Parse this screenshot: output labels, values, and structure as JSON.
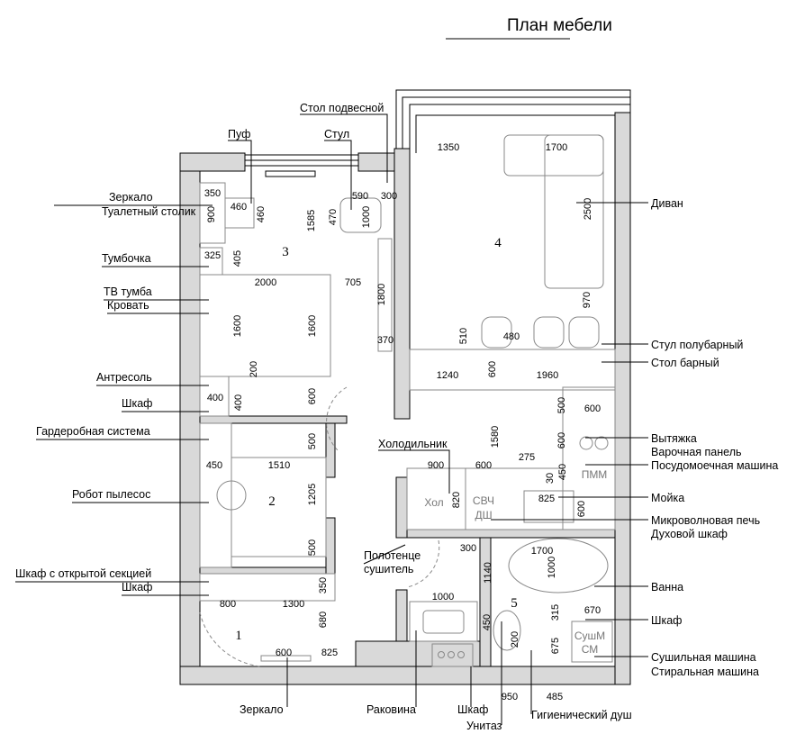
{
  "title": "План мебели",
  "rooms": [
    "1",
    "2",
    "3",
    "4",
    "5"
  ],
  "labels_left": [
    "Зеркало",
    "Туалетный столик",
    "Тумбочка",
    "ТВ тумба",
    "Кровать",
    "Антресоль",
    "Шкаф",
    "Гардеробная система",
    "Робот пылесос",
    "Шкаф с открытой секцией",
    "Шкаф"
  ],
  "labels_top": [
    "Стол подвесной",
    "Пуф",
    "Стул",
    "Холодильник",
    "Полотенце",
    "сушитель"
  ],
  "labels_right": [
    "Диван",
    "Стул полубарный",
    "Стол барный",
    "Вытяжка",
    "Варочная панель",
    "Посудомоечная машина",
    "Мойка",
    "Микроволновая печь",
    "Духовой шкаф",
    "Ванна",
    "Шкаф",
    "Сушильная машина",
    "Стиральная машина"
  ],
  "labels_bottom": [
    "Зеркало",
    "Раковина",
    "Шкаф",
    "Унитаз",
    "Гигиенический душ"
  ],
  "appliances": [
    "Хол",
    "СВЧ",
    "ДШ",
    "ПММ",
    "СушМ",
    "СМ"
  ],
  "dimensions": [
    "350",
    "900",
    "460",
    "460",
    "590",
    "300",
    "470",
    "1000",
    "1585",
    "325",
    "405",
    "2000",
    "705",
    "1800",
    "1600",
    "1600",
    "370",
    "200",
    "400",
    "400",
    "600",
    "1350",
    "1700",
    "2500",
    "970",
    "510",
    "480",
    "600",
    "1240",
    "1960",
    "500",
    "600",
    "600",
    "1580",
    "275",
    "900",
    "600",
    "30",
    "450",
    "825",
    "600",
    "820",
    "500",
    "450",
    "1510",
    "1205",
    "500",
    "300",
    "1700",
    "1000",
    "1140",
    "1000",
    "670",
    "315",
    "450",
    "200",
    "675",
    "350",
    "800",
    "1300",
    "680",
    "600",
    "825",
    "950",
    "485"
  ]
}
